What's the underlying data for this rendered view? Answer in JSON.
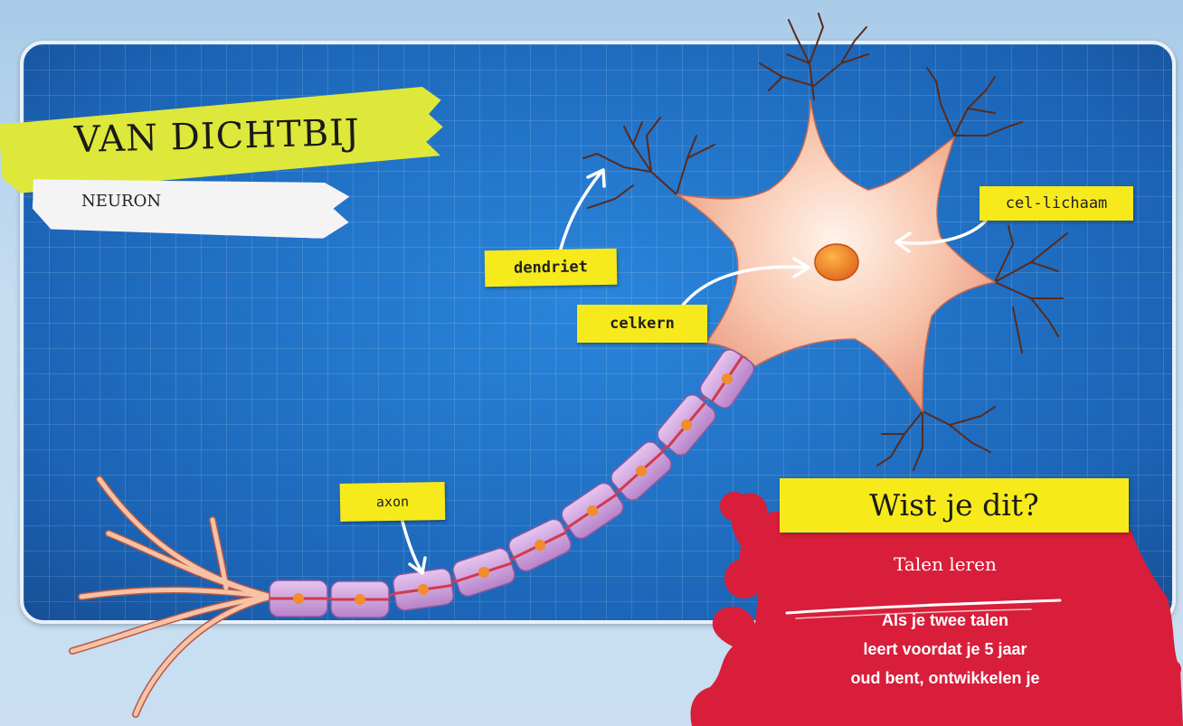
{
  "header": {
    "title": "VAN DICHTBIJ",
    "subtitle": "NEURON"
  },
  "labels": {
    "dendrite": "dendriet",
    "nucleus": "celkern",
    "cell_body": "cel-lichaam",
    "axon": "axon"
  },
  "fact_box": {
    "heading": "Wist je dit?",
    "title": "Talen leren",
    "lines": [
      "Als je twee talen",
      "leert voordat je 5 jaar",
      "oud bent, ontwikkelen je"
    ]
  },
  "colors": {
    "panel_blue": "#1e6fc4",
    "tape_yellow": "#dde83a",
    "label_yellow": "#f6ea1c",
    "neuron_skin": "#f4b49a",
    "nucleus_orange": "#e8761e",
    "myelin_purple": "#c99ad8",
    "splash_red": "#d81e3a"
  }
}
